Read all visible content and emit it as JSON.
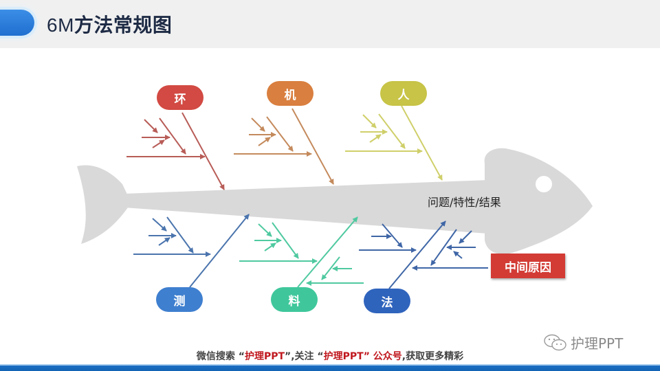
{
  "header": {
    "title_prefix": "6M",
    "title_main": "方法常规图"
  },
  "fishbone": {
    "result_label": "问题/特性/结果",
    "middle_cause_label": "中间原因",
    "categories_top": [
      {
        "label": "环",
        "color": "#d24a43",
        "line_color": "#b85c57"
      },
      {
        "label": "机",
        "color": "#d97f3f",
        "line_color": "#c48a5c"
      },
      {
        "label": "人",
        "color": "#c7c447",
        "line_color": "#cfcf6a"
      }
    ],
    "categories_bottom": [
      {
        "label": "测",
        "color": "#3f7fcf",
        "line_color": "#4a74ad"
      },
      {
        "label": "料",
        "color": "#3fc79b",
        "line_color": "#4fc9a0"
      },
      {
        "label": "法",
        "color": "#2f64bd",
        "line_color": "#3f66a6"
      }
    ],
    "body_color": "#d9d9d9"
  },
  "footer": {
    "part1": "微信搜索 “",
    "brand1": "护理PPT",
    "part2": "”,关注 “",
    "brand2": "护理PPT",
    "part3": "” ",
    "part4": "公众号",
    "part5": ",获取更多精彩"
  },
  "watermark": {
    "icon": "wechat-icon",
    "text": "护理PPT"
  }
}
